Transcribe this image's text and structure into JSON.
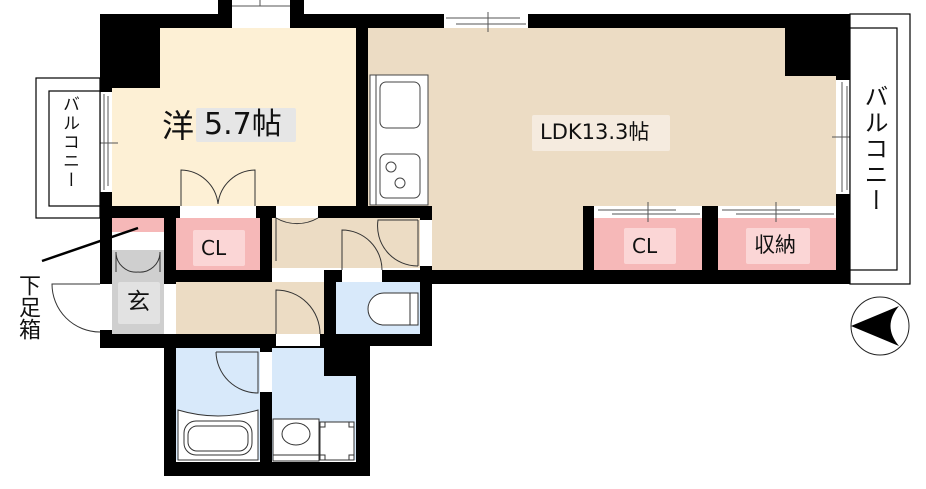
{
  "floorplan": {
    "rooms": {
      "western_room": {
        "type_label": "洋",
        "size_label": "5.7帖",
        "color": "#fdf0d5"
      },
      "ldk": {
        "label": "LDK13.3帖",
        "color": "#ecdcc4"
      },
      "closet_bedroom": {
        "label": "CL",
        "color": "#f6b8b8"
      },
      "closet_ldk": {
        "label": "CL",
        "color": "#f6b8b8"
      },
      "storage": {
        "label": "収納",
        "color": "#f6b8b8"
      },
      "entrance": {
        "label": "玄",
        "color": "#cfcfcf"
      },
      "hallway": {
        "color": "#ecdcc4"
      },
      "toilet": {
        "color": "#d8e9fa"
      },
      "bathroom": {
        "color": "#d8e9fa"
      },
      "washroom": {
        "color": "#d8e9fa"
      }
    },
    "balcony_left": {
      "label": "バルコニー"
    },
    "balcony_right": {
      "label": "バルコニー"
    },
    "shoe_cabinet": {
      "label": "下足箱"
    },
    "compass": {
      "direction": "west",
      "icon": "north-arrow-icon"
    },
    "colors": {
      "wall": "#000000",
      "label_bg_room": "#e6e6e6",
      "label_bg_ldk": "#f5ebdf",
      "label_bg_pink": "#fbd6d6",
      "label_bg_entrance": "#e2e2e2"
    }
  }
}
